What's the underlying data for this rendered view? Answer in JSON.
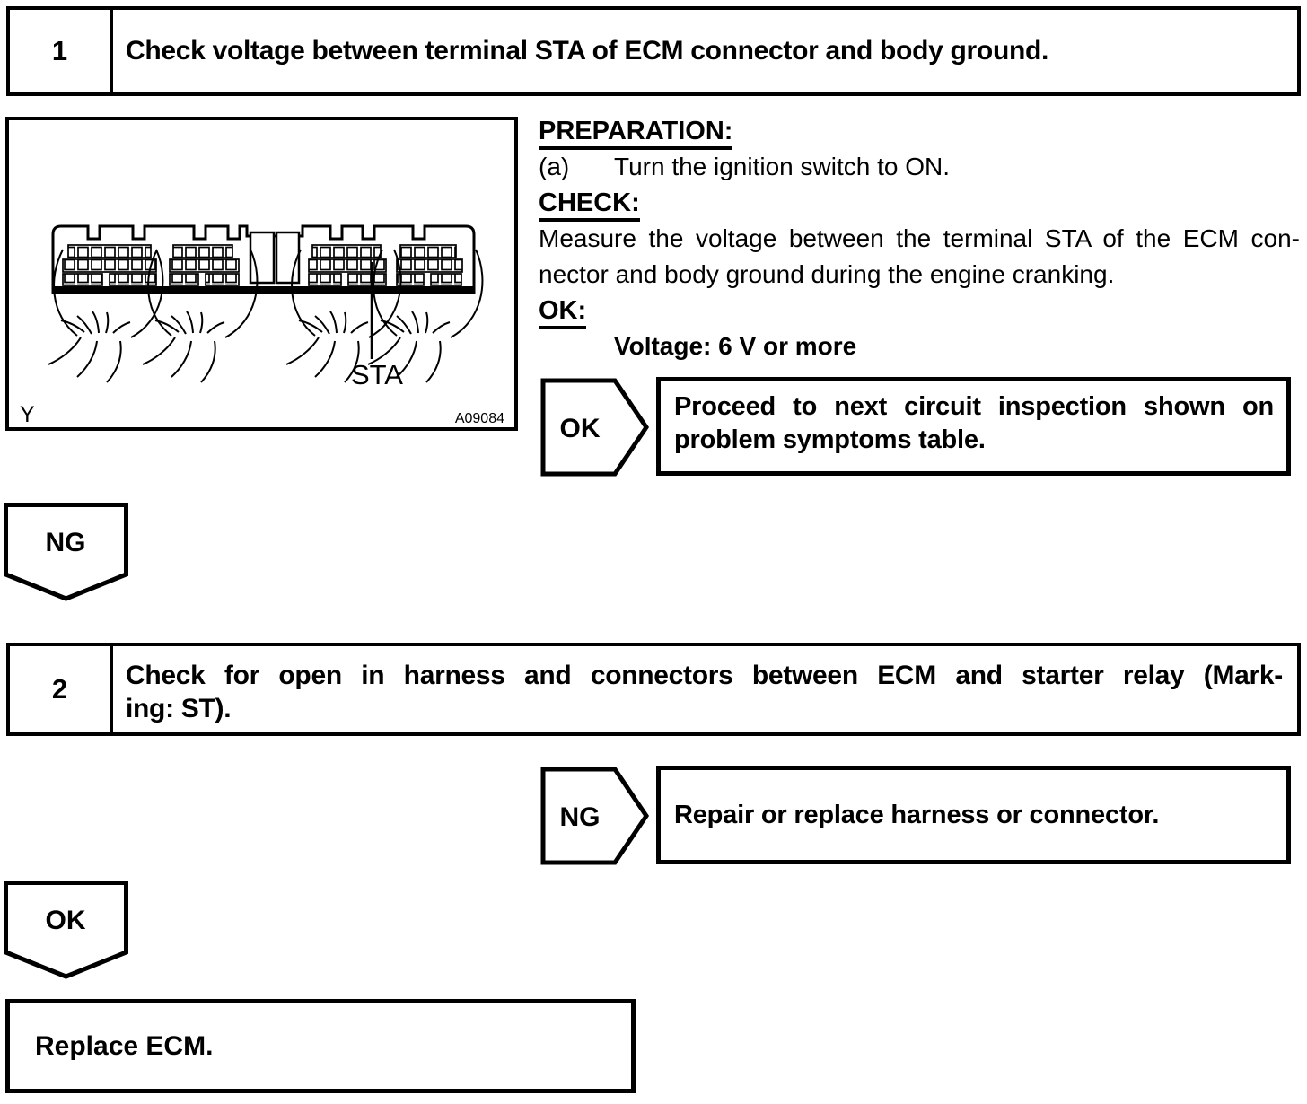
{
  "colors": {
    "ink": "#000000",
    "paper": "#ffffff"
  },
  "step1": {
    "number": "1",
    "title": "Check voltage between terminal STA of ECM connector and body ground.",
    "figure": {
      "sta_label": "STA",
      "corner_code": "Y",
      "figure_id": "A09084"
    },
    "preparation": {
      "heading": "PREPARATION:",
      "item_marker": "(a)",
      "item_text": "Turn the ignition switch to ON."
    },
    "check": {
      "heading": "CHECK:",
      "lines": [
        "Measure the voltage between the terminal STA of the ECM con-",
        "nector and body ground during the engine cranking."
      ]
    },
    "ok": {
      "heading": "OK:",
      "spec": "Voltage: 6 V or more"
    },
    "ok_branch": {
      "label": "OK",
      "result_lines": [
        "Proceed to next circuit inspection shown on",
        "problem symptoms table."
      ]
    },
    "ng_connector": "NG"
  },
  "step2": {
    "number": "2",
    "title_lines": [
      "Check for open in harness and connectors between ECM and starter relay (Mark-",
      "ing: ST)."
    ],
    "ng_branch": {
      "label": "NG",
      "result": "Repair or replace harness or connector."
    },
    "ok_connector": "OK"
  },
  "final_action": "Replace ECM."
}
